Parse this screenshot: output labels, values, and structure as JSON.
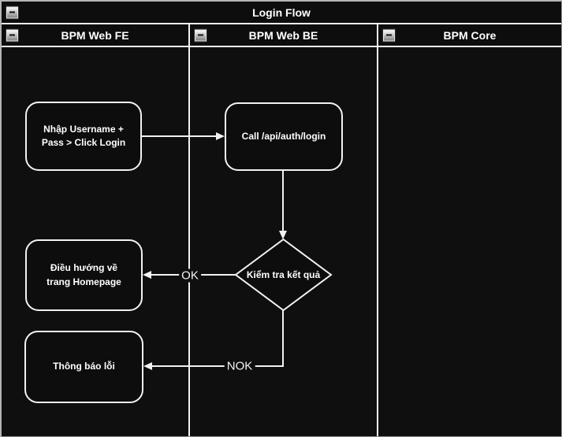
{
  "pool": {
    "title": "Login Flow"
  },
  "lanes": [
    {
      "label": "BPM Web FE"
    },
    {
      "label": "BPM Web BE"
    },
    {
      "label": "BPM Core"
    }
  ],
  "nodes": {
    "input": {
      "label": "Nhập Username + Pass > Click Login"
    },
    "call": {
      "label": "Call /api/auth/login"
    },
    "check": {
      "label": "Kiểm tra kết quả"
    },
    "home": {
      "label": "Điều hướng về trang Homepage"
    },
    "error": {
      "label": "Thông báo lỗi"
    }
  },
  "edges": {
    "ok_label": "OK",
    "nok_label": "NOK"
  },
  "icons": {
    "collapse": "minus"
  },
  "colors": {
    "background": "#0f0f0f",
    "panel": "#0d0d0d",
    "line": "#f2f2f2",
    "text": "#ffffff",
    "outer_border": "#b5b5b5"
  }
}
